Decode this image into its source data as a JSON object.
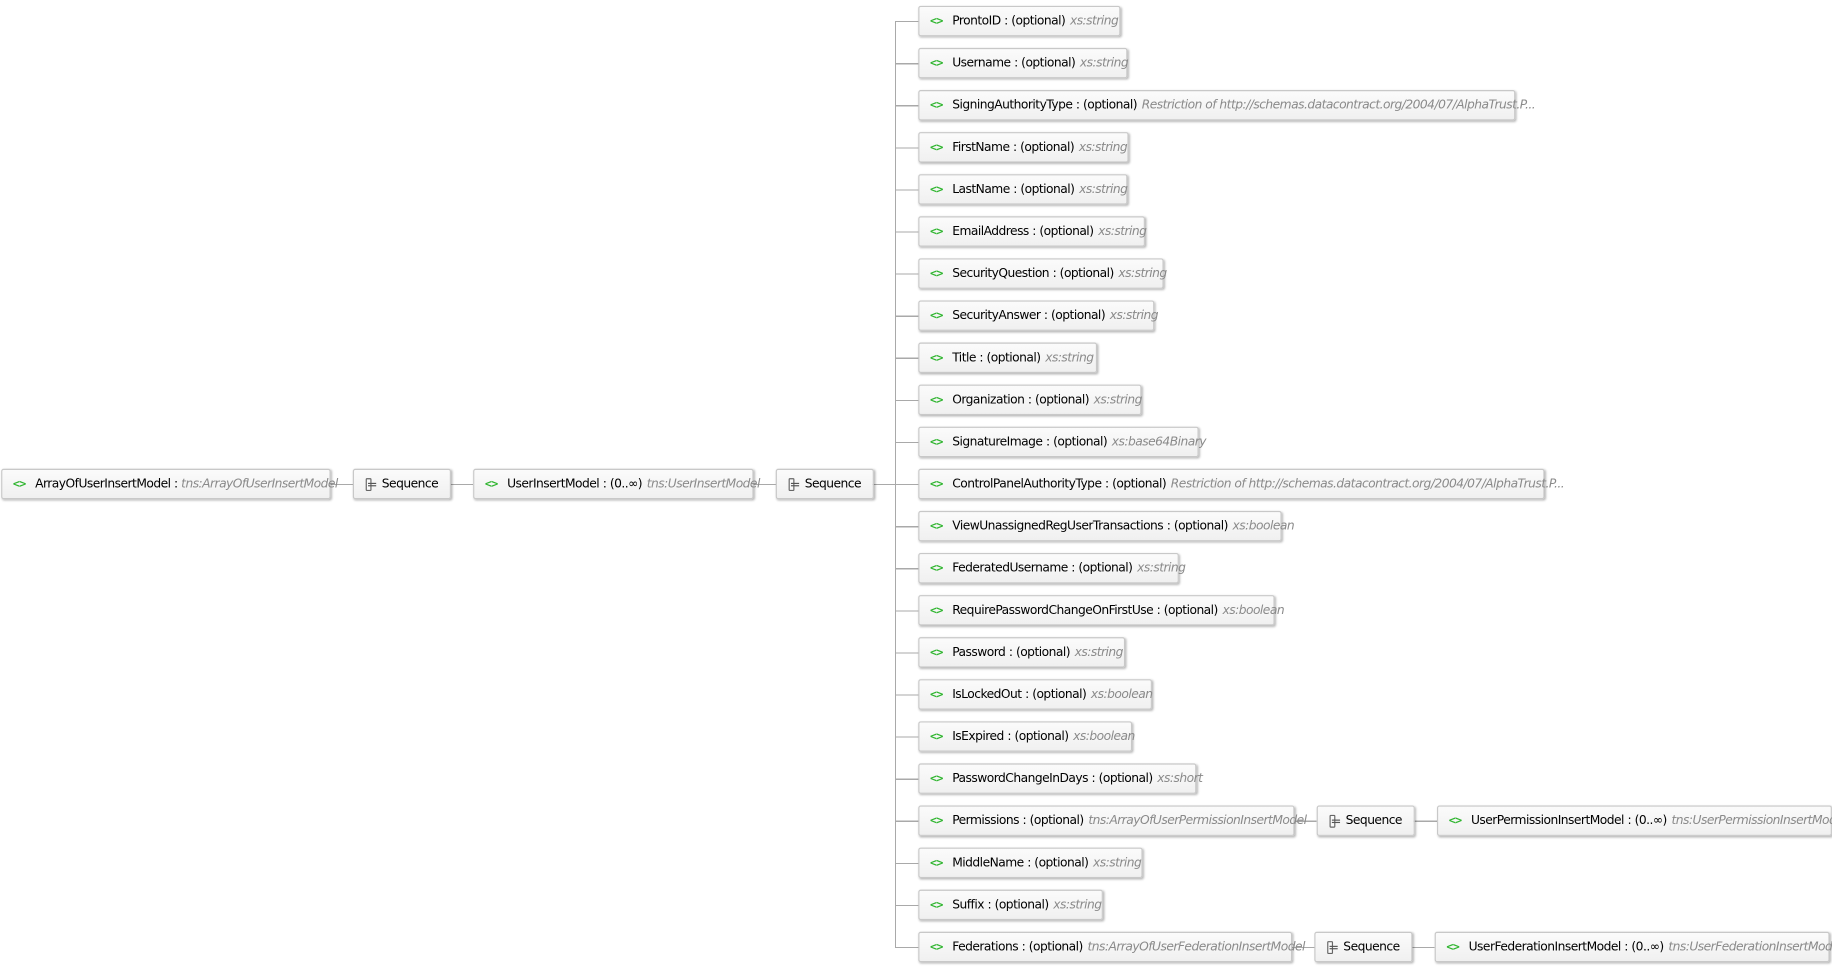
{
  "root": {
    "name": "ArrayOfUserInsertModel",
    "type": "tns:ArrayOfUserInsertModel"
  },
  "sequence_label": "Sequence",
  "element_icon": "<>",
  "colon": ":",
  "model": {
    "name": "UserInsertModel",
    "cardinality": "(0..∞)",
    "type": "tns:UserInsertModel"
  },
  "children": [
    {
      "name": "ProntoID",
      "cardinality": "(optional)",
      "type": "xs:string"
    },
    {
      "name": "Username",
      "cardinality": "(optional)",
      "type": "xs:string"
    },
    {
      "name": "SigningAuthorityType",
      "cardinality": "(optional)",
      "type": "Restriction of http://schemas.datacontract.org/2004/07/AlphaTrust.P..."
    },
    {
      "name": "FirstName",
      "cardinality": "(optional)",
      "type": "xs:string"
    },
    {
      "name": "LastName",
      "cardinality": "(optional)",
      "type": "xs:string"
    },
    {
      "name": "EmailAddress",
      "cardinality": "(optional)",
      "type": "xs:string"
    },
    {
      "name": "SecurityQuestion",
      "cardinality": "(optional)",
      "type": "xs:string"
    },
    {
      "name": "SecurityAnswer",
      "cardinality": "(optional)",
      "type": "xs:string"
    },
    {
      "name": "Title",
      "cardinality": "(optional)",
      "type": "xs:string"
    },
    {
      "name": "Organization",
      "cardinality": "(optional)",
      "type": "xs:string"
    },
    {
      "name": "SignatureImage",
      "cardinality": "(optional)",
      "type": "xs:base64Binary"
    },
    {
      "name": "ControlPanelAuthorityType",
      "cardinality": "(optional)",
      "type": "Restriction of http://schemas.datacontract.org/2004/07/AlphaTrust.P..."
    },
    {
      "name": "ViewUnassignedRegUserTransactions",
      "cardinality": "(optional)",
      "type": "xs:boolean"
    },
    {
      "name": "FederatedUsername",
      "cardinality": "(optional)",
      "type": "xs:string"
    },
    {
      "name": "RequirePasswordChangeOnFirstUse",
      "cardinality": "(optional)",
      "type": "xs:boolean"
    },
    {
      "name": "Password",
      "cardinality": "(optional)",
      "type": "xs:string"
    },
    {
      "name": "IsLockedOut",
      "cardinality": "(optional)",
      "type": "xs:boolean"
    },
    {
      "name": "IsExpired",
      "cardinality": "(optional)",
      "type": "xs:boolean"
    },
    {
      "name": "PasswordChangeInDays",
      "cardinality": "(optional)",
      "type": "xs:short"
    },
    {
      "name": "Permissions",
      "cardinality": "(optional)",
      "type": "tns:ArrayOfUserPermissionInsertModel"
    },
    {
      "name": "MiddleName",
      "cardinality": "(optional)",
      "type": "xs:string"
    },
    {
      "name": "Suffix",
      "cardinality": "(optional)",
      "type": "xs:string"
    },
    {
      "name": "Federations",
      "cardinality": "(optional)",
      "type": "tns:ArrayOfUserFederationInsertModel"
    }
  ],
  "permissions_item": {
    "name": "UserPermissionInsertModel",
    "cardinality": "(0..∞)",
    "type": "tns:UserPermissionInsertModel"
  },
  "federations_item": {
    "name": "UserFederationInsertModel",
    "cardinality": "(0..∞)",
    "type": "tns:UserFederationInsertModel"
  }
}
